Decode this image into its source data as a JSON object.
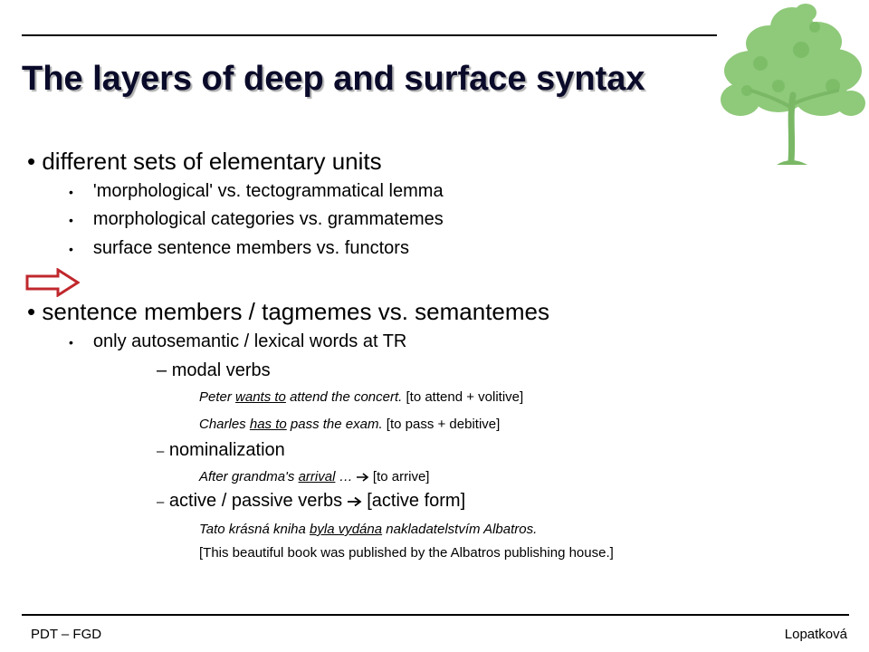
{
  "slide": {
    "title": "The layers of deep and surface syntax",
    "bullet1": {
      "text": "different sets of elementary units",
      "subs": [
        "'morphological' vs. tectogrammatical lemma",
        "morphological categories vs. grammatemes",
        "surface sentence members vs. functors"
      ]
    },
    "bullet2": {
      "text": "sentence members / tagmemes  vs. semantemes",
      "sub": "only autosemantic / lexical words at TR",
      "modal": {
        "label": "modal verbs",
        "ex1": {
          "pre": "Peter ",
          "u": "wants to",
          "post": " attend the concert.",
          "gloss": " [to attend + volitive]"
        },
        "ex2": {
          "pre": "Charles ",
          "u": "has to",
          "post": " pass the exam.",
          "gloss": " [to pass + debitive]"
        }
      },
      "nominal": {
        "label": "nominalization",
        "ex": {
          "pre": "After grandma's ",
          "u": "arrival",
          "post": " … ",
          "gloss": " [to arrive]"
        }
      },
      "passive": {
        "label": "active / passive verbs ",
        "gloss": " [active form]",
        "ex": {
          "pre": "Tato krásná kniha ",
          "u": "byla vydána",
          "post": " nakladatelstvím Albatros."
        },
        "translation": "[This beautiful book was published by the Albatros publishing house.]"
      }
    },
    "dash": "–",
    "bullet_char": "•"
  },
  "footer": {
    "left": "PDT – FGD",
    "right": "Lopatková"
  },
  "colors": {
    "arrow": "#c0282d",
    "tree": "#8fc97a"
  },
  "icons": {
    "block_arrow": "outline-right-arrow-icon",
    "tree": "tree-illustration",
    "small_arrow": "right-arrow-icon"
  }
}
